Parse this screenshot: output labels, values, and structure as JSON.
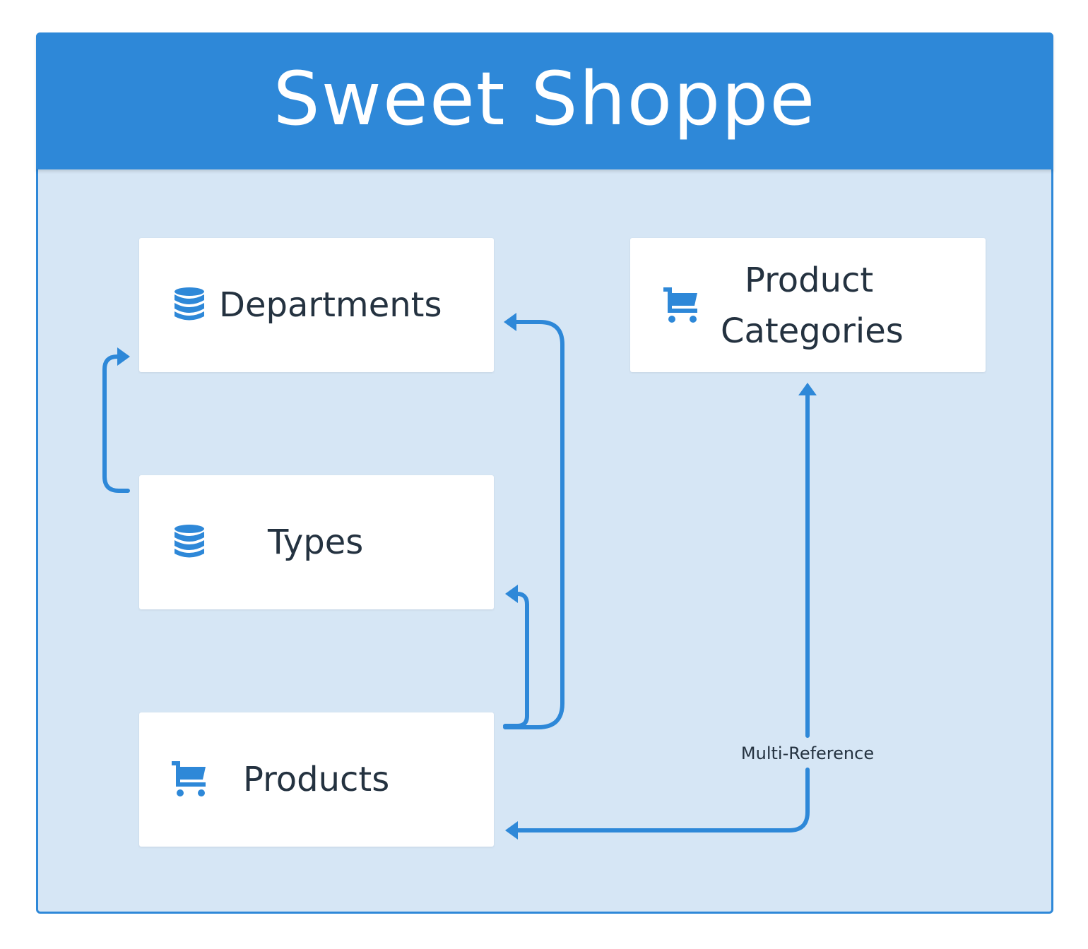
{
  "header": {
    "title": "Sweet Shoppe"
  },
  "nodes": {
    "departments": {
      "label": "Departments",
      "icon": "database-icon"
    },
    "types": {
      "label": "Types",
      "icon": "database-icon"
    },
    "products": {
      "label": "Products",
      "icon": "shopping-cart-icon"
    },
    "categories": {
      "label_line1": "Product",
      "label_line2": "Categories",
      "icon": "shopping-cart-icon"
    }
  },
  "edges": [
    {
      "from": "types",
      "to": "departments",
      "label": ""
    },
    {
      "from": "products",
      "to": "departments",
      "label": ""
    },
    {
      "from": "products",
      "to": "types",
      "label": ""
    },
    {
      "from": "categories",
      "to": "products",
      "label": "Multi-Reference"
    }
  ],
  "colors": {
    "header": "#2e88d8",
    "canvas": "#d6e6f5",
    "connector": "#2e88d8",
    "node": "#ffffff",
    "text": "#243240"
  }
}
